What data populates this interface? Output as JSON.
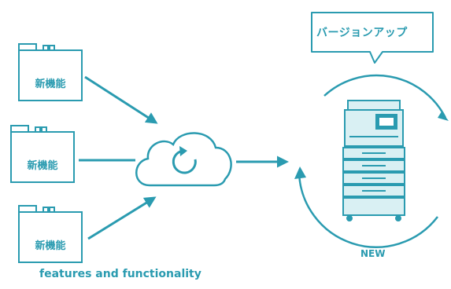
{
  "folders": [
    {
      "label": "新機能"
    },
    {
      "label": "新機能"
    },
    {
      "label": "新機能"
    }
  ],
  "caption": "features and functionality",
  "callout": "バージョンアップ",
  "printer_label": "NEW",
  "colors": {
    "accent": "#2a9bb0",
    "printer_fill": "#d9f0f3",
    "printer_dark": "#2a9bb0"
  },
  "icons": [
    "folder-icon",
    "cloud-sync-icon",
    "arrow-icon",
    "speech-bubble",
    "cycle-arrows-icon",
    "printer-icon"
  ]
}
